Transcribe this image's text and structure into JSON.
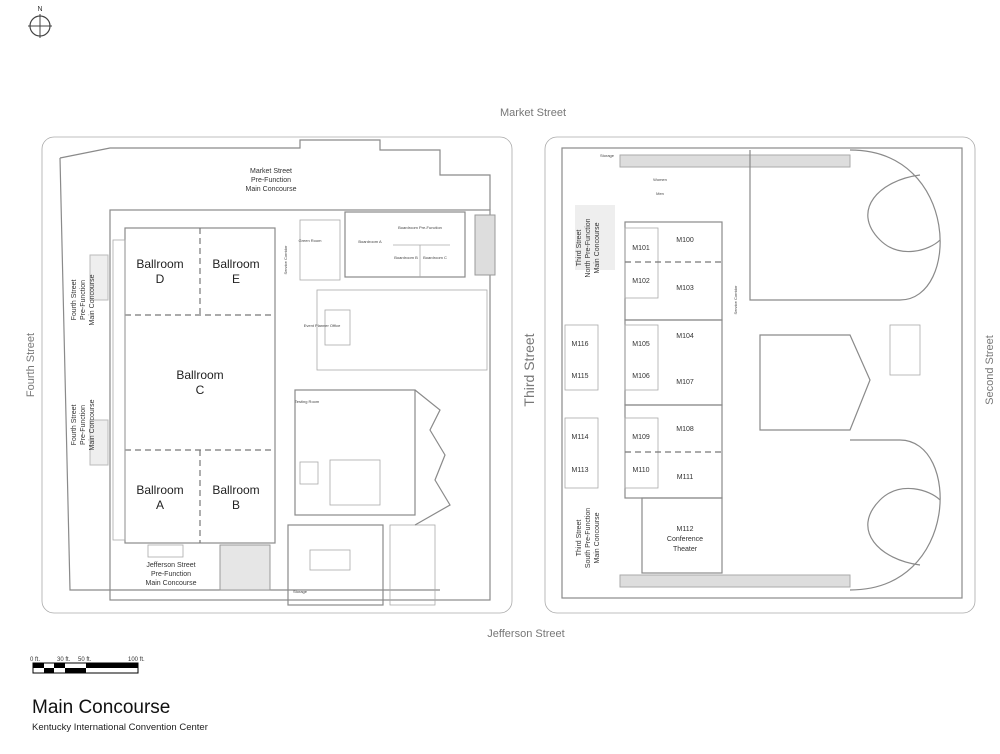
{
  "title": "Main Concourse",
  "subtitle": "Kentucky International Convention Center",
  "compass_label": "N",
  "streets": {
    "north": "Market Street",
    "south": "Jefferson Street",
    "west": "Fourth Street",
    "middle": "Third Street",
    "east": "Second Street"
  },
  "scale_bar": {
    "labels": [
      "0 ft.",
      "30 ft.",
      "50 ft.",
      "100 ft."
    ]
  },
  "west_building": {
    "market_prefunction": [
      "Market Street",
      "Pre-Function",
      "Main Concourse"
    ],
    "fourth_prefunction": [
      "Fourth Street",
      "Pre-Function",
      "Main Concourse"
    ],
    "jefferson_prefunction": [
      "Jefferson Street",
      "Pre-Function",
      "Main Concourse"
    ],
    "ballrooms": [
      {
        "name": "Ballroom",
        "letter": "D"
      },
      {
        "name": "Ballroom",
        "letter": "E"
      },
      {
        "name": "Ballroom",
        "letter": "C"
      },
      {
        "name": "Ballroom",
        "letter": "A"
      },
      {
        "name": "Ballroom",
        "letter": "B"
      }
    ],
    "small_labels": {
      "boardroom_prefunction": "Boardroom Pre-Function",
      "boardroom_a": "Boardroom A",
      "boardroom_b": "Boardroom B",
      "boardroom_c": "Boardroom C",
      "green_room": "Green Room",
      "event_planner_office": "Event Planner Office",
      "testing_room": "Testing Room",
      "storage": "Storage",
      "service_corridor": "Service Corridor"
    }
  },
  "east_building": {
    "north_prefunction": [
      "Third Street",
      "North Pre-Function",
      "Main Concourse"
    ],
    "south_prefunction": [
      "Third Street",
      "South Pre-Function",
      "Main Concourse"
    ],
    "rooms": [
      "M100",
      "M101",
      "M102",
      "M103",
      "M104",
      "M105",
      "M106",
      "M107",
      "M108",
      "M109",
      "M110",
      "M111",
      "M113",
      "M114",
      "M115",
      "M116"
    ],
    "theater": [
      "M112",
      "Conference",
      "Theater"
    ],
    "small_labels": {
      "storage": "Storage",
      "women": "Women",
      "men": "Men",
      "service_corridor": "Service Corridor"
    }
  }
}
